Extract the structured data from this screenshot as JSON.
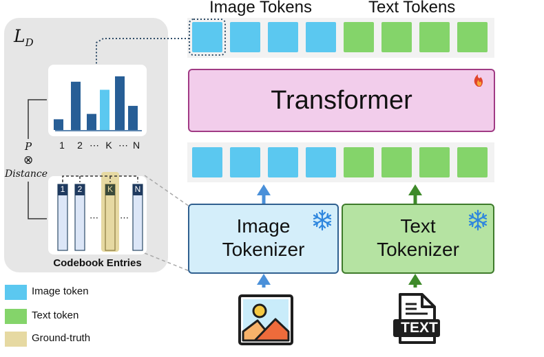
{
  "header": {
    "image_tokens": "Image Tokens",
    "text_tokens": "Text Tokens"
  },
  "transformer": {
    "label": "Transformer",
    "badge_icon": "fire-icon"
  },
  "image_tokenizer": {
    "line1": "Image",
    "line2": "Tokenizer",
    "badge_icon": "snowflake-icon"
  },
  "text_tokenizer": {
    "line1": "Text",
    "line2": "Tokenizer",
    "badge_icon": "snowflake-icon"
  },
  "text_doc": {
    "label": "TEXT"
  },
  "left_panel": {
    "loss_label": "L",
    "loss_sub": "D",
    "p_label": "P",
    "times": "⊗",
    "distance_label": "Distance",
    "hist_ticks": [
      "1",
      "2",
      "⋯",
      "K",
      "⋯",
      "N"
    ],
    "hist_values": [
      0.2,
      0.9,
      0.3,
      0.75,
      1.0,
      0.45
    ],
    "codebook_labels": [
      "1",
      "2",
      "K",
      "N"
    ],
    "codebook_dots": [
      "⋯",
      "⋯"
    ],
    "codebook_title": "Codebook Entries"
  },
  "legend": [
    {
      "label": "Image token",
      "color": "#5BC8F0"
    },
    {
      "label": "Text token",
      "color": "#84D46A"
    },
    {
      "label": "Ground-truth",
      "color": "#E6D9A2"
    }
  ],
  "colors": {
    "image_token": "#5BC8F0",
    "text_token": "#84D46A",
    "ground_truth": "#E6D9A2",
    "histogram_bar": "#275E96",
    "histogram_highlight": "#5BC8F0",
    "transformer_fill": "#F2CDEB",
    "transformer_border": "#A03A84"
  }
}
